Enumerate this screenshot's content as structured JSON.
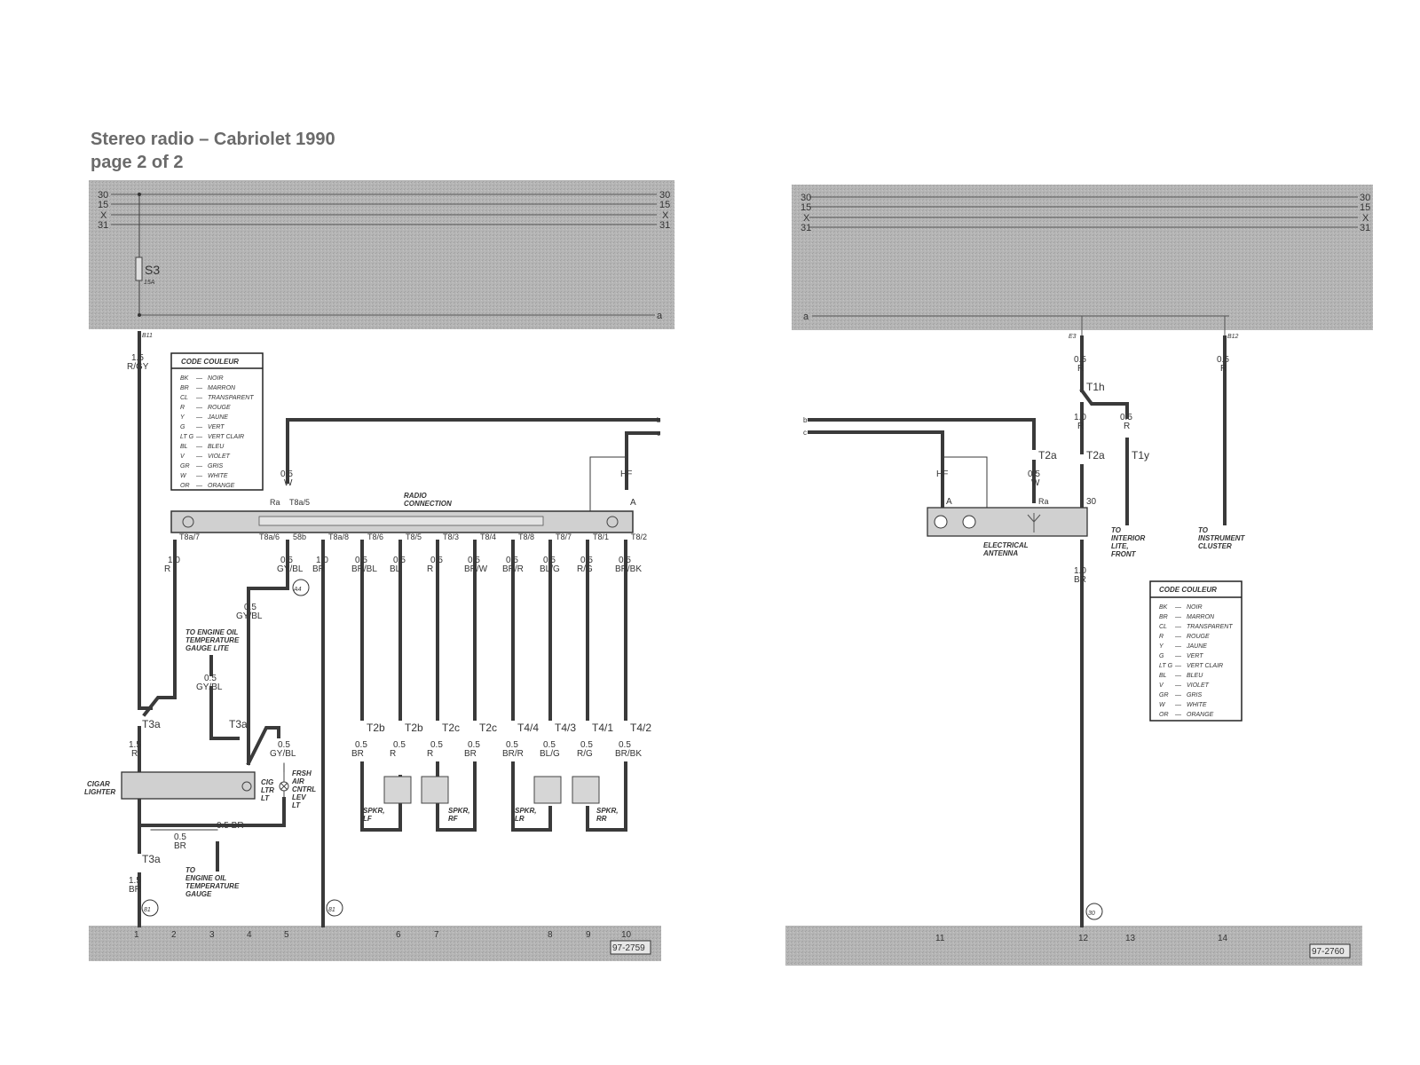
{
  "title": {
    "line1": "Stereo radio – Cabriolet 1990",
    "line2": "page 2 of 2"
  },
  "colors": {
    "panel": "#b3b3b3",
    "wire": "#3a3a3a",
    "component": "#d2d2d2"
  },
  "bus_labels": [
    "30",
    "15",
    "X",
    "31"
  ],
  "legend": {
    "title": "CODE COULEUR",
    "entries": [
      [
        "BK",
        "NOIR"
      ],
      [
        "BR",
        "MARRON"
      ],
      [
        "CL",
        "TRANSPARENT"
      ],
      [
        "R",
        "ROUGE"
      ],
      [
        "Y",
        "JAUNE"
      ],
      [
        "G",
        "VERT"
      ],
      [
        "LT G",
        "VERT CLAIR"
      ],
      [
        "BL",
        "BLEU"
      ],
      [
        "V",
        "VIOLET"
      ],
      [
        "GR",
        "GRIS"
      ],
      [
        "W",
        "WHITE"
      ],
      [
        "OR",
        "ORANGE"
      ]
    ]
  },
  "left": {
    "fuse": {
      "name": "S3",
      "rating": "15A"
    },
    "connector_b11": "B11",
    "main_wire": [
      "1.5",
      "R/GY"
    ],
    "radio_title": [
      "RADIO",
      "CONNECTION"
    ],
    "radio_top_pins": {
      "ra": "Ra",
      "t8a5": "T8a/5",
      "w": [
        "0.5",
        "W"
      ],
      "hf": "HF",
      "a": "A"
    },
    "radio_pins": [
      "T8a/7",
      "T8a/6",
      "58b",
      "T8a/8",
      "T8/6",
      "T8/5",
      "T8/3",
      "T8/4",
      "T8/8",
      "T8/7",
      "T8/1",
      "T8/2"
    ],
    "drop_wires": [
      [
        "1.0",
        "R"
      ],
      [
        "0.5",
        "GY/BL"
      ],
      [
        "1.0",
        "BR"
      ],
      [
        "0.5",
        "BR/BL"
      ],
      [
        "0.5",
        "BL"
      ],
      [
        "0.5",
        "R"
      ],
      [
        "0.5",
        "BR/W"
      ],
      [
        "0.5",
        "BR/R"
      ],
      [
        "0.5",
        "BL/G"
      ],
      [
        "0.5",
        "R/G"
      ],
      [
        "0.5",
        "BR/BK"
      ]
    ],
    "a4": "A4",
    "gybl_wire": [
      "0.5",
      "GY/BL"
    ],
    "engine_oil_lite": [
      "TO ENGINE OIL",
      "TEMPERATURE",
      "GAUGE LITE"
    ],
    "gybl_wire2": [
      "0.5",
      "GY/BL"
    ],
    "t3a": "T3a",
    "t3a_mid": "T3a",
    "t3a_bottom": "T3a",
    "lower_connectors": [
      "T2b",
      "T2b",
      "T2c",
      "T2c",
      "T4/4",
      "T4/3",
      "T4/1",
      "T4/2"
    ],
    "lower_wires": [
      [
        "0.5",
        "BR"
      ],
      [
        "0.5",
        "R"
      ],
      [
        "0.5",
        "R"
      ],
      [
        "0.5",
        "BR"
      ],
      [
        "0.5",
        "BR/R"
      ],
      [
        "0.5",
        "BL/G"
      ],
      [
        "0.5",
        "R/G"
      ],
      [
        "0.5",
        "BR/BK"
      ]
    ],
    "cig_wire_left": [
      "1.5",
      "R"
    ],
    "cig_wire_right": [
      "0.5",
      "GY/BL"
    ],
    "cigar_lighter": [
      "CIGAR",
      "LIGHTER"
    ],
    "cig_ltr_lt": [
      "CIG",
      "LTR",
      "LT"
    ],
    "frsh_air": [
      "FRSH",
      "AIR",
      "CNTRL",
      "LEV",
      "LT"
    ],
    "br_wire": "0.5 BR",
    "br_wire2": [
      "0.5",
      "BR"
    ],
    "bottom_wire": [
      "1.5",
      "BR"
    ],
    "engine_oil_gauge": [
      "TO",
      "ENGINE OIL",
      "TEMPERATURE",
      "GAUGE"
    ],
    "speakers": [
      [
        "SPKR,",
        "LF"
      ],
      [
        "SPKR,",
        "RF"
      ],
      [
        "SPKR,",
        "LR"
      ],
      [
        "SPKR,",
        "RR"
      ]
    ],
    "ground": "81",
    "track_numbers": [
      "1",
      "2",
      "3",
      "4",
      "5",
      "6",
      "7",
      "8",
      "9",
      "10"
    ],
    "diagram_id": "97-2759",
    "ends": {
      "b": "b",
      "c": "c",
      "a": "a"
    }
  },
  "right": {
    "e3": "E3",
    "b12": "B12",
    "e3_wire": [
      "0.5",
      "R"
    ],
    "b12_wire": [
      "0.5",
      "R"
    ],
    "t1h": "T1h",
    "wire_t2a": [
      "1.0",
      "R"
    ],
    "wire_t1y": [
      "0.5",
      "R"
    ],
    "t2a_1": "T2a",
    "t2a_2": "T2a",
    "t1y": "T1y",
    "antenna_w": [
      "0.5",
      "W"
    ],
    "ra": "Ra",
    "hf": "HF",
    "a": "A",
    "pin30": "30",
    "antenna_title": [
      "ELECTRICAL",
      "ANTENNA"
    ],
    "interior_lite": [
      "TO",
      "INTERIOR",
      "LITE,",
      "FRONT"
    ],
    "instrument_cluster": [
      "TO",
      "INSTRUMENT",
      "CLUSTER"
    ],
    "ground_wire": [
      "1.0",
      "BR"
    ],
    "ground": "30",
    "track_numbers": [
      "11",
      "12",
      "13",
      "14"
    ],
    "diagram_id": "97-2760",
    "ends": {
      "b": "b",
      "c": "c",
      "a": "a"
    }
  }
}
